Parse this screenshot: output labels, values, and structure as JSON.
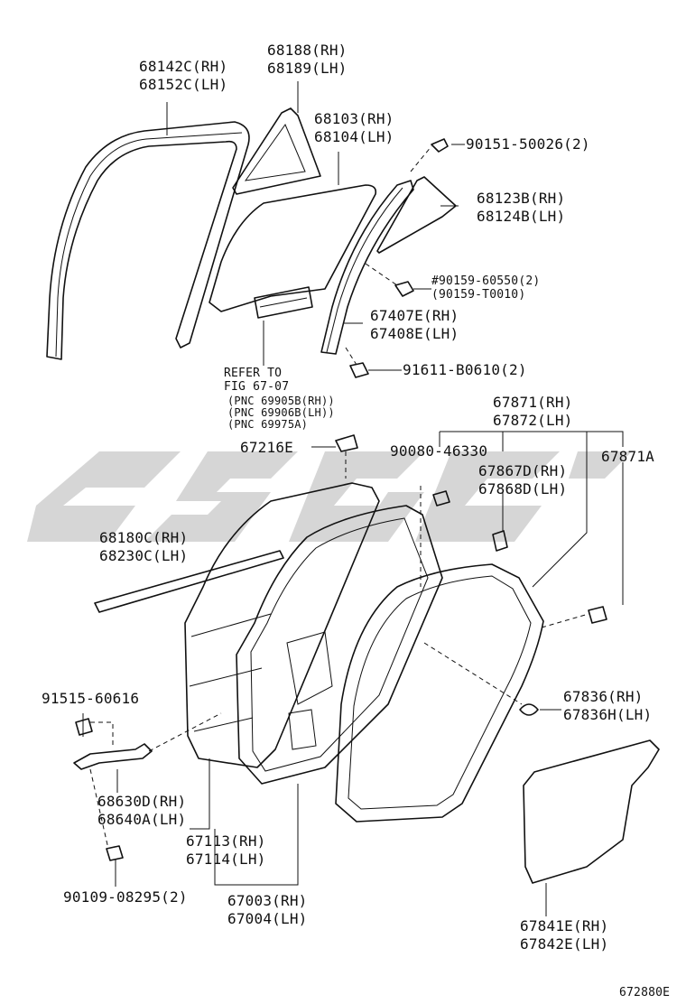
{
  "watermark": {
    "color": "#c8c8c8"
  },
  "callouts": {
    "c68142": [
      "68142C(RH)",
      "68152C(LH)"
    ],
    "c68188": [
      "68188(RH)",
      "68189(LH)"
    ],
    "c68103": [
      "68103(RH)",
      "68104(LH)"
    ],
    "c90151": [
      "90151-50026(2)"
    ],
    "c68123": [
      "68123B(RH)",
      "68124B(LH)"
    ],
    "c90159": [
      "#90159-60550(2)",
      "(90159-T0010)"
    ],
    "c67407": [
      "67407E(RH)",
      "67408E(LH)"
    ],
    "c91611": [
      "91611-B0610(2)"
    ],
    "refer": [
      "REFER TO",
      "FIG 67-07"
    ],
    "pnc": [
      "(PNC 69905B(RH))",
      "(PNC 69906B(LH))",
      "(PNC 69975A)"
    ],
    "c67871": [
      "67871(RH)",
      "67872(LH)"
    ],
    "c67216": [
      "67216E"
    ],
    "c90080": [
      "90080-46330"
    ],
    "c67871a": [
      "67871A"
    ],
    "c67867": [
      "67867D(RH)",
      "67868D(LH)"
    ],
    "c68180": [
      "68180C(RH)",
      "68230C(LH)"
    ],
    "c91515": [
      "91515-60616"
    ],
    "c67836": [
      "67836(RH)",
      "67836H(LH)"
    ],
    "c68630": [
      "68630D(RH)",
      "68640A(LH)"
    ],
    "c67113": [
      "67113(RH)",
      "67114(LH)"
    ],
    "c90109": [
      "90109-08295(2)"
    ],
    "c67003": [
      "67003(RH)",
      "67004(LH)"
    ],
    "c67841": [
      "67841E(RH)",
      "67842E(LH)"
    ],
    "figure_code": "672880E"
  }
}
